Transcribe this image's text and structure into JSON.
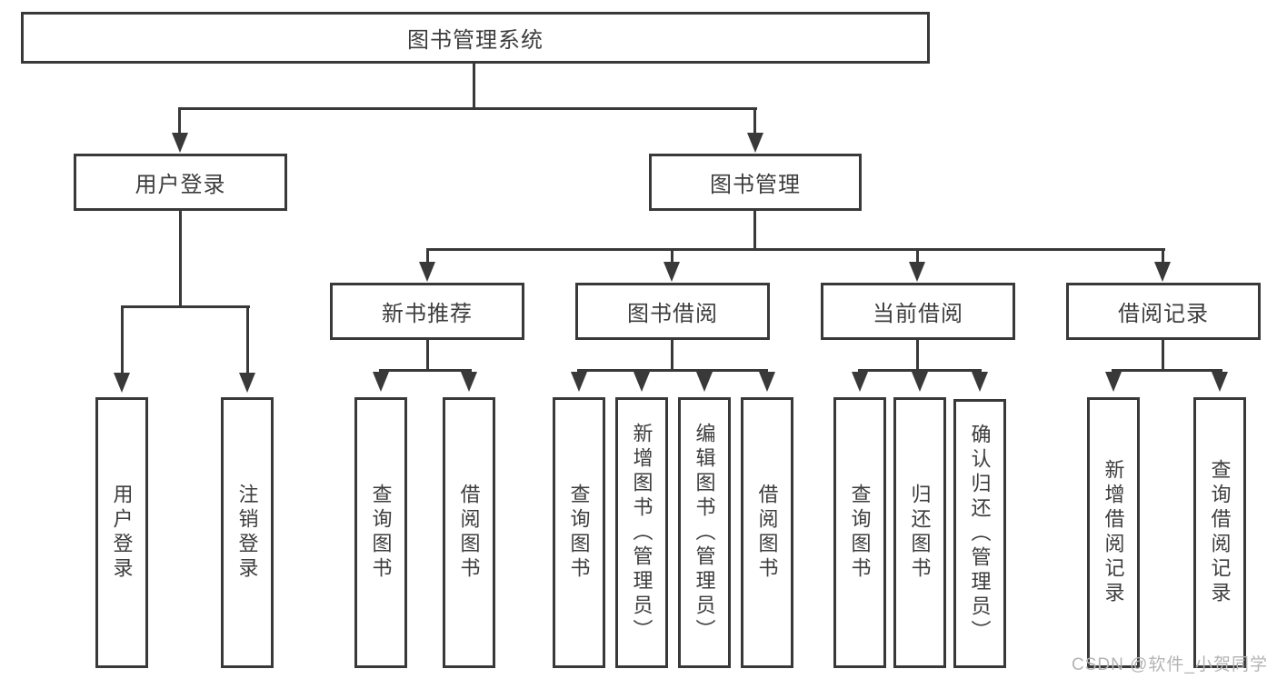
{
  "diagram_title": "图书管理系统",
  "tree": {
    "root": {
      "label": "图书管理系统",
      "children": [
        {
          "label": "用户登录",
          "children": [
            {
              "label": "用户登录"
            },
            {
              "label": "注销登录"
            }
          ]
        },
        {
          "label": "图书管理",
          "children": [
            {
              "label": "新书推荐",
              "children": [
                {
                  "label": "查询图书"
                },
                {
                  "label": "借阅图书"
                }
              ]
            },
            {
              "label": "图书借阅",
              "children": [
                {
                  "label": "查询图书"
                },
                {
                  "label": "新增图书（管理员）"
                },
                {
                  "label": "编辑图书（管理员）"
                },
                {
                  "label": "借阅图书"
                }
              ]
            },
            {
              "label": "当前借阅",
              "children": [
                {
                  "label": "查询图书"
                },
                {
                  "label": "归还图书"
                },
                {
                  "label": "确认归还（管理员）"
                }
              ]
            },
            {
              "label": "借阅记录",
              "children": [
                {
                  "label": "新增借阅记录"
                },
                {
                  "label": "查询借阅记录"
                }
              ]
            }
          ]
        }
      ]
    }
  },
  "watermark": {
    "text": "CSDN @软件_小贺同学"
  },
  "colors": {
    "line": "#393939",
    "text": "#3d3d3d",
    "background": "#ffffff",
    "watermark": "#b4b4b4"
  }
}
